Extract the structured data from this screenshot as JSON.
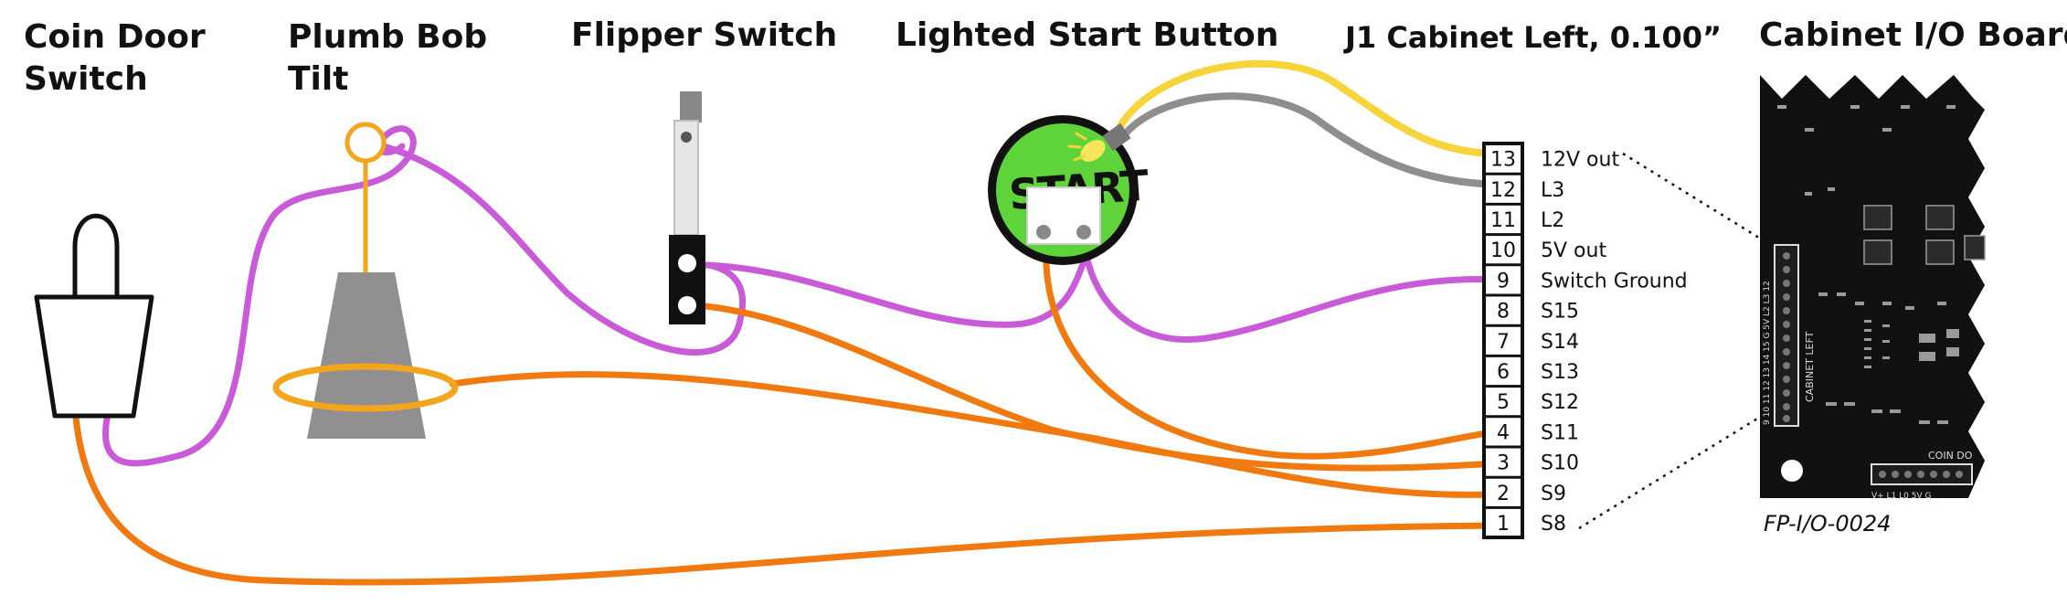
{
  "titles": {
    "coin_door_line1": "Coin Door",
    "coin_door_line2": "Switch",
    "plumb_bob_line1": "Plumb Bob",
    "plumb_bob_line2": "Tilt",
    "flipper": "Flipper Switch",
    "start_button": "Lighted Start Button",
    "connector": "J1 Cabinet Left, 0.100”",
    "board": "Cabinet I/O Board"
  },
  "start_button_text": "START",
  "board_id": "FP-I/O-0024",
  "connector_pins": [
    {
      "num": "13",
      "label": "12V out"
    },
    {
      "num": "12",
      "label": "L3"
    },
    {
      "num": "11",
      "label": "L2"
    },
    {
      "num": "10",
      "label": "5V out"
    },
    {
      "num": "9",
      "label": "Switch Ground"
    },
    {
      "num": "8",
      "label": "S15"
    },
    {
      "num": "7",
      "label": "S14"
    },
    {
      "num": "6",
      "label": "S13"
    },
    {
      "num": "5",
      "label": "S12"
    },
    {
      "num": "4",
      "label": "S11"
    },
    {
      "num": "3",
      "label": "S10"
    },
    {
      "num": "2",
      "label": "S9"
    },
    {
      "num": "1",
      "label": "S8"
    }
  ],
  "board_silkscreen": {
    "header": "CABINET LEFT",
    "pins": "9 10 11 12 13 14 15 G 5V L2 L3 12",
    "bottom_header": "COIN DO",
    "bottom_pins": "V+ L1 L0 5V G"
  },
  "colors": {
    "orange_wire": "#f07a10",
    "purple_wire": "#c95bd8",
    "yellow_wire": "#f7d43b",
    "gray_wire": "#8e8e8e",
    "start_green": "#5fd33a",
    "board_black": "#111111"
  }
}
